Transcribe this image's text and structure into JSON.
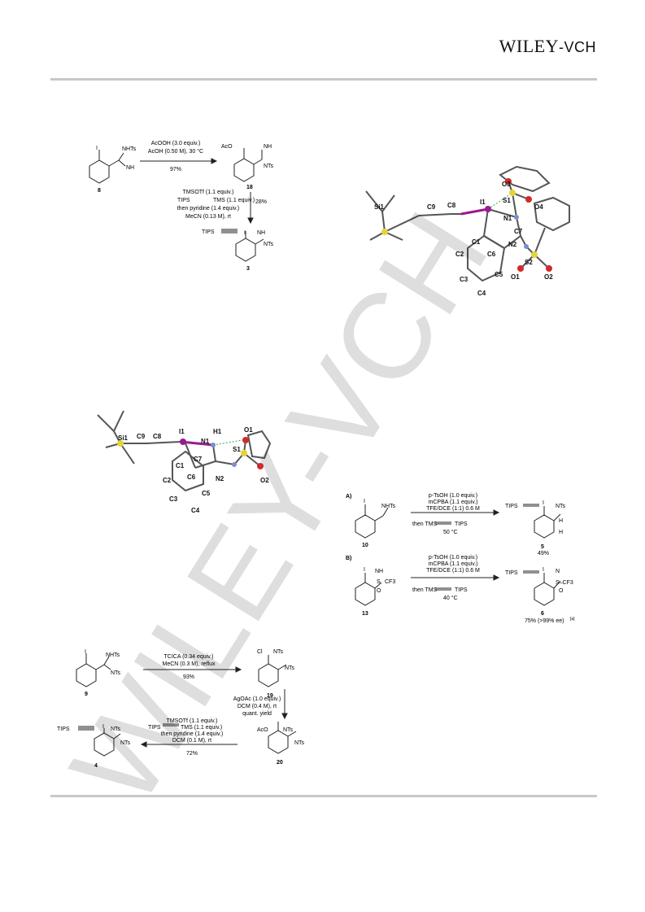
{
  "header": {
    "publisher": "WILEY",
    "publisher_suffix": "-VCH"
  },
  "watermark": "WILEY-VCH",
  "scheme1": {
    "cmpd8": "8",
    "nhts": "NHTs",
    "nh": "NH",
    "iodo": "I",
    "r1_line1": "AcOOH (3.0 equiv.)",
    "r1_line2": "AcOH (0.50 M), 30 °C",
    "r1_yield": "97%",
    "cmpd18": "18",
    "aco": "AcO",
    "nh18": "NH",
    "nts18": "NTs",
    "r2_line1": "TMSOTf (1.1 equiv.)",
    "r2_tips": "TIPS",
    "r2_tms": "TMS (1.1 equiv.)",
    "r2_line3": "then pyridine (1.4 equiv.)",
    "r2_line4": "MeCN (0.13 M), rt",
    "r2_yield": "28%",
    "cmpd3": "3",
    "tips3": "TIPS",
    "nh3": "NH",
    "nts3": "NTs"
  },
  "xray1": {
    "labels": [
      "O3",
      "Si1",
      "C9",
      "C8",
      "I1",
      "S1",
      "O4",
      "N1",
      "C7",
      "N2",
      "C1",
      "C6",
      "S2",
      "C2",
      "O1",
      "O2",
      "C3",
      "C5",
      "C4"
    ]
  },
  "xray2": {
    "labels": [
      "I1",
      "H1",
      "O1",
      "Si1",
      "C9",
      "C8",
      "N1",
      "S1",
      "C1",
      "C7",
      "C6",
      "C2",
      "N2",
      "O2",
      "C3",
      "C5",
      "C4"
    ]
  },
  "scheme2": {
    "A_label": "A)",
    "cmpd10": "10",
    "nhts10": "NHTs",
    "A_line1": "p-TsOH (1.0 equiv.)",
    "A_line2": "mCPBA (1.1 equiv.)",
    "A_line3": "TFE/DCE (1:1) 0.6 M",
    "A_then": "then TMS",
    "A_tips": "TIPS",
    "A_temp": "50 °C",
    "cmpd5": "5",
    "yield5": "49%",
    "tips5": "TIPS",
    "nts5": "NTs",
    "h": "H",
    "B_label": "B)",
    "cmpd13": "13",
    "nh13": "NH",
    "cf3": "CF3",
    "s13": "S",
    "o13": "O",
    "B_line1": "p-TsOH (1.0 equiv.)",
    "B_line2": "mCPBA (1.1 equiv.)",
    "B_line3": "TFE/DCE (1:1) 0.6 M",
    "B_then": "then TMS",
    "B_tips": "TIPS",
    "B_temp": "40 °C",
    "cmpd6": "6",
    "yield6": "75% (>99% ee)",
    "yield6_note": "[a]",
    "tips6": "TIPS",
    "n6": "N",
    "cf3_6": "S–CF3",
    "o6": "O"
  },
  "scheme3": {
    "cmpd9": "9",
    "nhts9": "NHTs",
    "nts9": "NTs",
    "iodo": "I",
    "r1_line1": "TCICA (0.34 equiv.)",
    "r1_line2": "MeCN (0.3 M), reflux",
    "r1_yield": "93%",
    "cmpd19": "19",
    "cl": "Cl",
    "nts19a": "NTs",
    "nts19b": "NTs",
    "r2_line1": "AgOAc (1.0 equiv.)",
    "r2_line2": "DCM (0.4 M), rt",
    "r2_line3": "quant. yield",
    "cmpd20": "20",
    "aco20": "AcO",
    "nts20a": "NTs",
    "nts20b": "NTs",
    "r3_line1": "TMSOTf (1.1 equiv.)",
    "r3_tips": "TIPS",
    "r3_tms": "TMS (1.1 equiv.)",
    "r3_line3": "then pyridine (1.4 equiv.)",
    "r3_line4": "DCM (0.1 M), rt",
    "r3_yield": "72%",
    "cmpd4": "4",
    "tips4": "TIPS",
    "nts4a": "NTs",
    "nts4b": "NTs"
  }
}
